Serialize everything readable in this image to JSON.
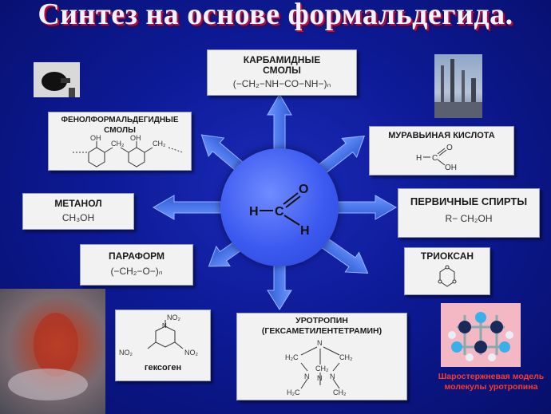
{
  "title": "Синтез на основе формальдегида.",
  "center": {
    "o": "O",
    "h1": "H",
    "c": "C",
    "h2": "H"
  },
  "cards": {
    "carbamide": {
      "title1": "КАРБАМИДНЫЕ",
      "title2": "СМОЛЫ",
      "formula": "(−CH₂−NH−CO−NH−)ₙ"
    },
    "phenol": {
      "title1": "ФЕНОЛФОРМАЛЬДЕГИДНЫЕ",
      "title2": "СМОЛЫ",
      "oh1": "OH",
      "oh2": "OH",
      "ch2a": "CH₂",
      "ch2b": "CH₂"
    },
    "formic": {
      "title": "МУРАВЬИНАЯ КИСЛОТА",
      "h": "H",
      "c": "C",
      "o": "O",
      "oh": "OH"
    },
    "methanol": {
      "title": "МЕТАНОЛ",
      "formula": "CH₃OH"
    },
    "primary": {
      "title": "ПЕРВИЧНЫЕ СПИРТЫ",
      "formula": "R− CH₂OH"
    },
    "paraform": {
      "title": "ПАРАФОРМ",
      "formula": "(−CH₂−O−)ₙ"
    },
    "trioxane": {
      "title": "ТРИОКСАН"
    },
    "hexogen": {
      "label": "гексоген",
      "no2a": "NO₂",
      "no2b": "NO₂",
      "no2c": "NO₂",
      "n": "N"
    },
    "urotropin": {
      "title1": "УРОТРОПИН",
      "title2": "(ГЕКСАМЕТИЛЕНТЕТРАМИН)",
      "h2c": "H₂C",
      "ch2": "CH₂",
      "n": "N"
    }
  },
  "caption": "Шаростержневая модель молекулы уротропина",
  "colors": {
    "arrow": "#3d6fe0",
    "background": "#0d1a96",
    "caption": "#ff3a2a",
    "title_shadow": "#b0104a"
  }
}
